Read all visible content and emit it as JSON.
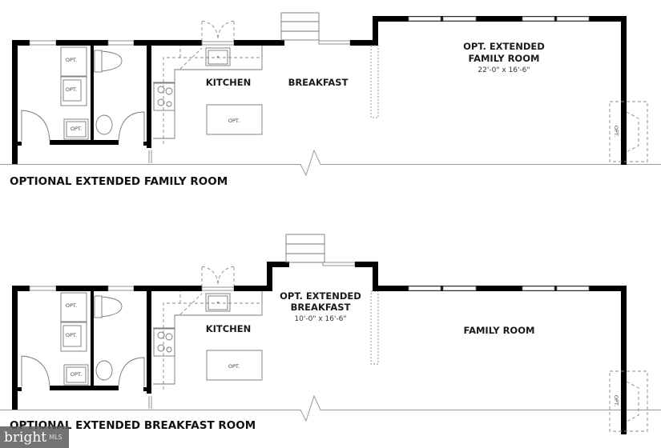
{
  "plans": [
    {
      "caption": "OPTIONAL EXTENDED FAMILY ROOM",
      "rooms": {
        "kitchen": "KITCHEN",
        "breakfast": "BREAKFAST",
        "family_line1": "OPT. EXTENDED",
        "family_line2": "FAMILY ROOM",
        "family_dims": "22'-0\" x 16'-6\""
      }
    },
    {
      "caption": "OPTIONAL EXTENDED BREAKFAST ROOM",
      "rooms": {
        "kitchen": "KITCHEN",
        "breakfast_line1": "OPT. EXTENDED",
        "breakfast_line2": "BREAKFAST",
        "breakfast_dims": "10'-0\" x 16'-6\"",
        "family": "FAMILY ROOM"
      }
    }
  ],
  "fixture_label": "OPT.",
  "watermark": {
    "brand": "bright",
    "suffix": "MLS"
  }
}
